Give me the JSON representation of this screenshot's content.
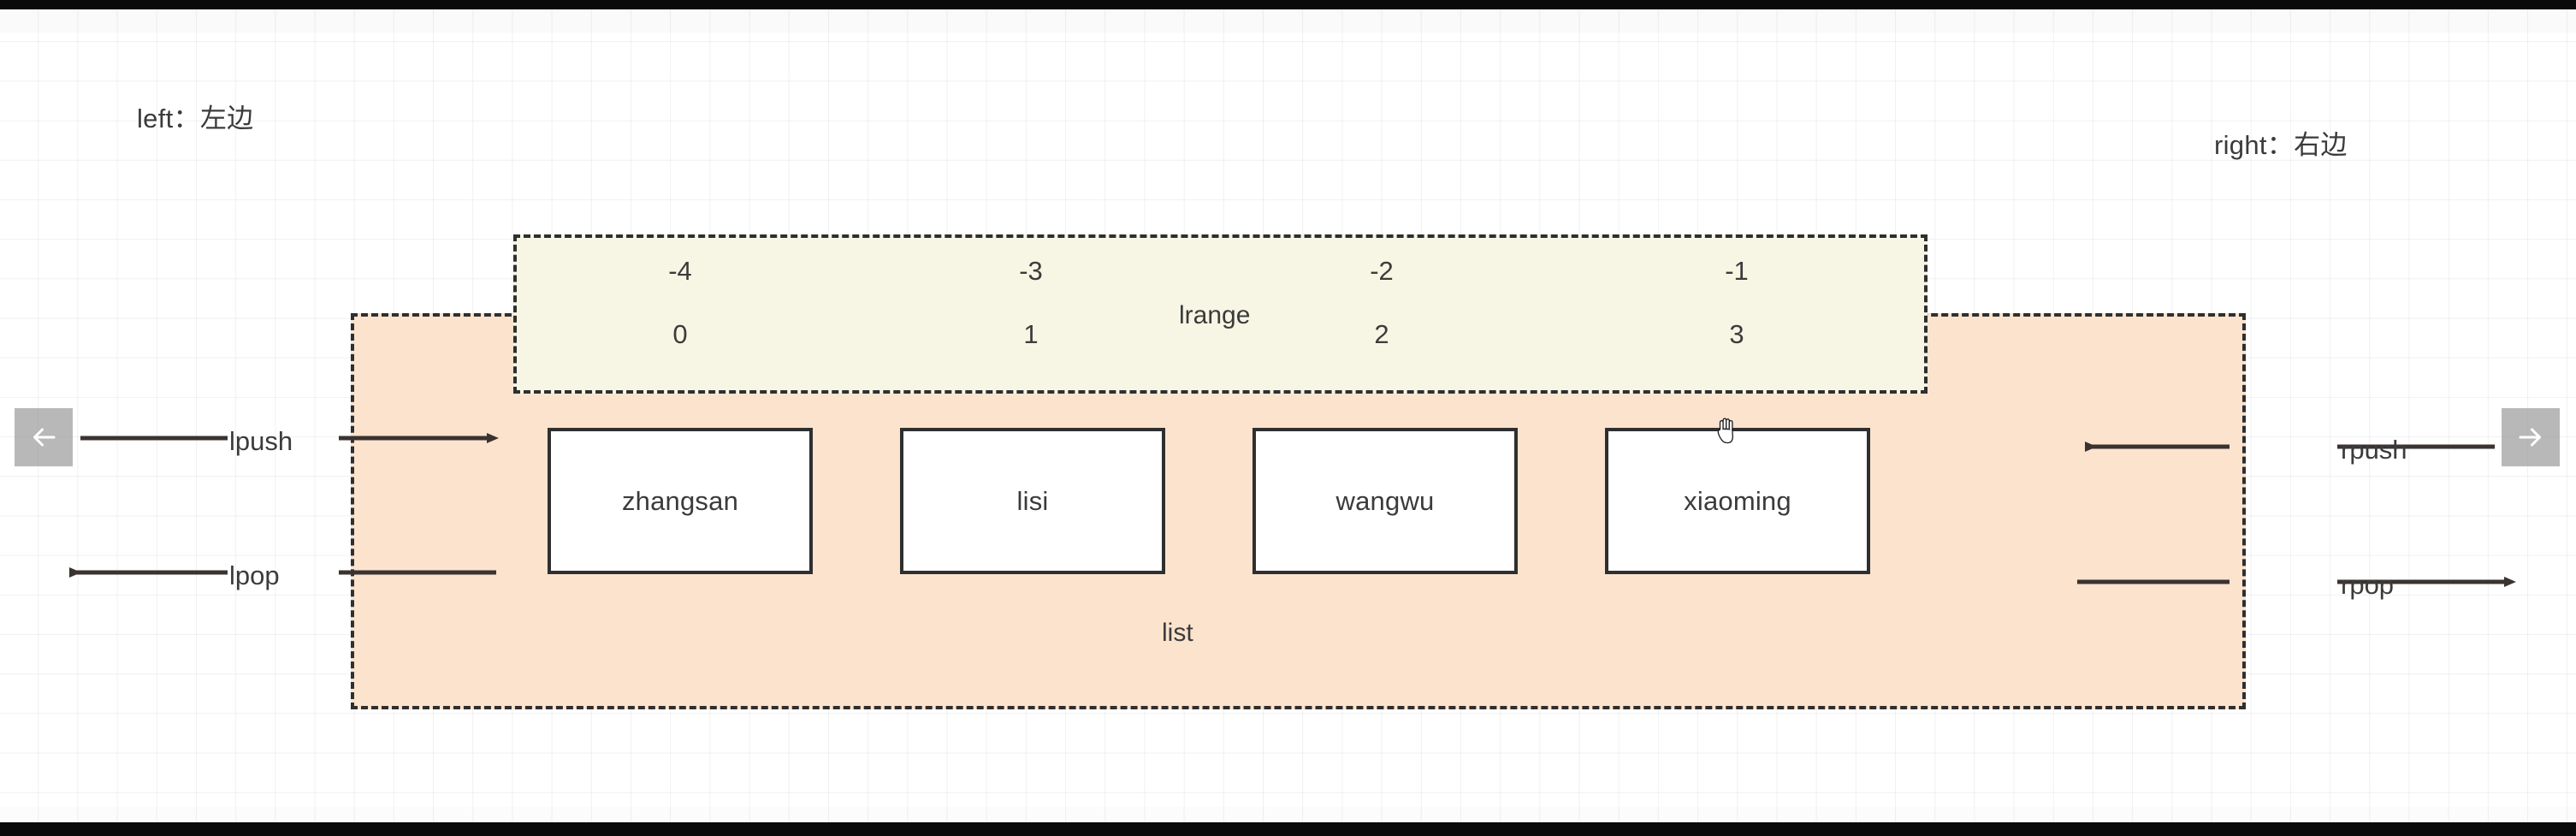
{
  "diagram": {
    "title_hint": "Redis list structure diagram",
    "corner_labels": {
      "left": "left：左边",
      "right": "right：右边"
    },
    "containers": {
      "list": {
        "caption": "list",
        "fill_color": "#fbe3ce",
        "border_color": "#2f2f2f",
        "border_style": "dashed"
      },
      "lrange": {
        "caption": "lrange",
        "fill_color": "#f7f6e4",
        "border_color": "#2f2f2f",
        "border_style": "dashed"
      }
    },
    "items": [
      {
        "label": "zhangsan",
        "negative_index": "-4",
        "positive_index": "0"
      },
      {
        "label": "lisi",
        "negative_index": "-3",
        "positive_index": "1"
      },
      {
        "label": "wangwu",
        "negative_index": "-2",
        "positive_index": "2"
      },
      {
        "label": "xiaoming",
        "negative_index": "-1",
        "positive_index": "3"
      }
    ],
    "operations": [
      {
        "name": "lpush",
        "side": "left",
        "direction": "into-list"
      },
      {
        "name": "lpop",
        "side": "left",
        "direction": "out-of-list"
      },
      {
        "name": "rpush",
        "side": "right",
        "direction": "into-list"
      },
      {
        "name": "rpop",
        "side": "right",
        "direction": "out-of-list"
      }
    ]
  },
  "nav": {
    "prev_icon": "arrow-left-icon",
    "next_icon": "arrow-right-icon"
  },
  "cursor": {
    "icon": "grab-hand-cursor"
  }
}
